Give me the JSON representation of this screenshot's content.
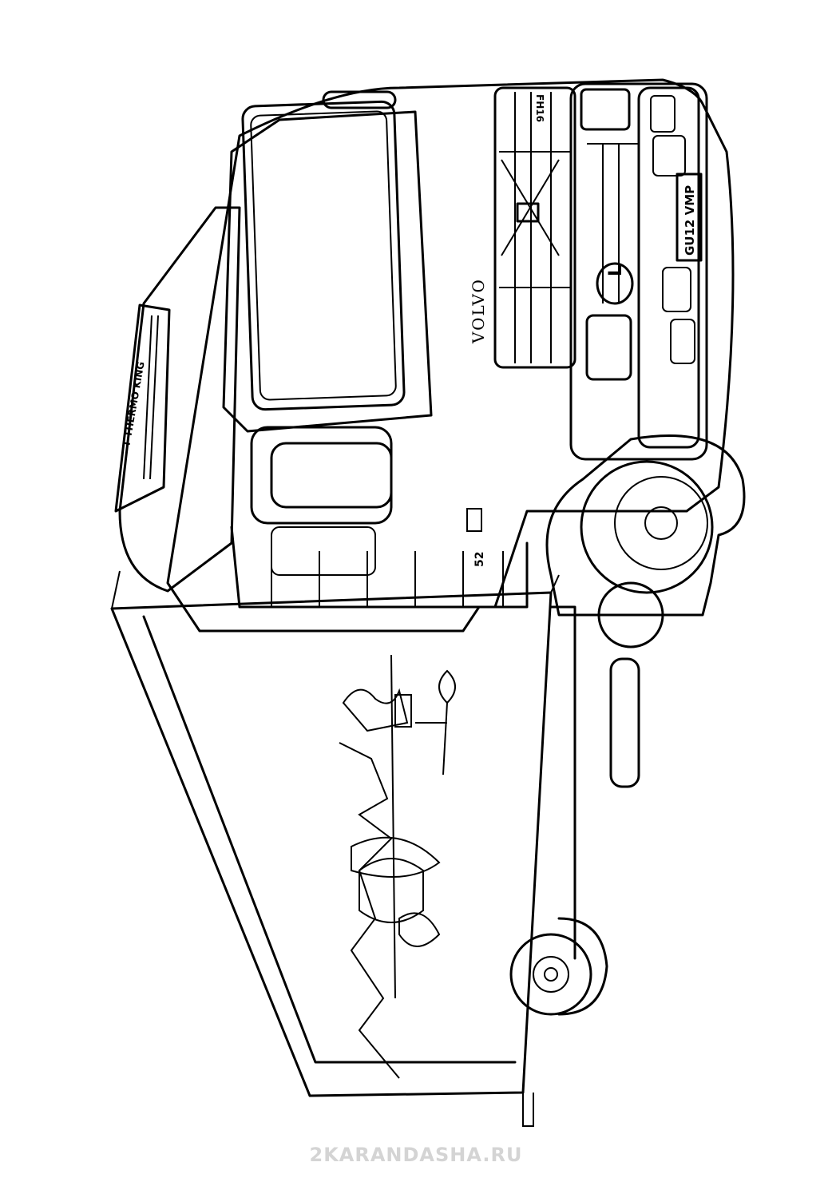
{
  "drawing": {
    "brand": "VOLVO",
    "model_badge": "FH16",
    "license_plate": "GU12 VMP",
    "learner_plate": "L",
    "fridge_unit": "T THERMO KING",
    "door_number": "52"
  },
  "watermark": "2KARANDASHA.RU"
}
